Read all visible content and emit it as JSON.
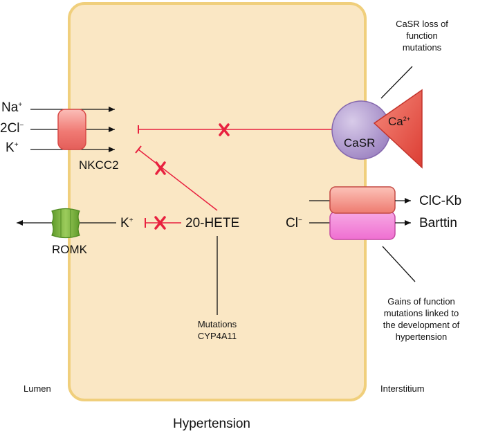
{
  "ions_in": {
    "na": {
      "base": "Na",
      "charge": "+"
    },
    "cl": {
      "base": "2Cl",
      "charge": "−"
    },
    "k": {
      "base": "K",
      "charge": "+"
    }
  },
  "nkcc2_label": "NKCC2",
  "romk_label": "ROMK",
  "k_efflux": {
    "base": "K",
    "charge": "+"
  },
  "hete_label": "20-HETE",
  "casr_label": "CaSR",
  "ca_label": {
    "base": "Ca",
    "charge": "2+"
  },
  "clc_label": "ClC-Kb",
  "barttin_label": "Barttin",
  "cl_basolateral": {
    "base": "Cl",
    "charge": "−"
  },
  "mutations_cyp": [
    "Mutations",
    "CYP4A11"
  ],
  "casr_annotation": "CaSR loss of function mutations",
  "gain_annotation": "Gains of function mutations linked to the development of hypertension",
  "lumen_label": "Lumen",
  "interstitium_label": "Interstitium",
  "caption": "Hypertension",
  "colors": {
    "cell_fill": "#fae7c4",
    "cell_border": "#f0cf7c",
    "inhibition": "#e8213f",
    "nkcc2": "#f07a74",
    "casr": "#a98fcb",
    "romk": "#7ab43b",
    "clc": "#f08c80",
    "barttin": "#f07cd3"
  }
}
